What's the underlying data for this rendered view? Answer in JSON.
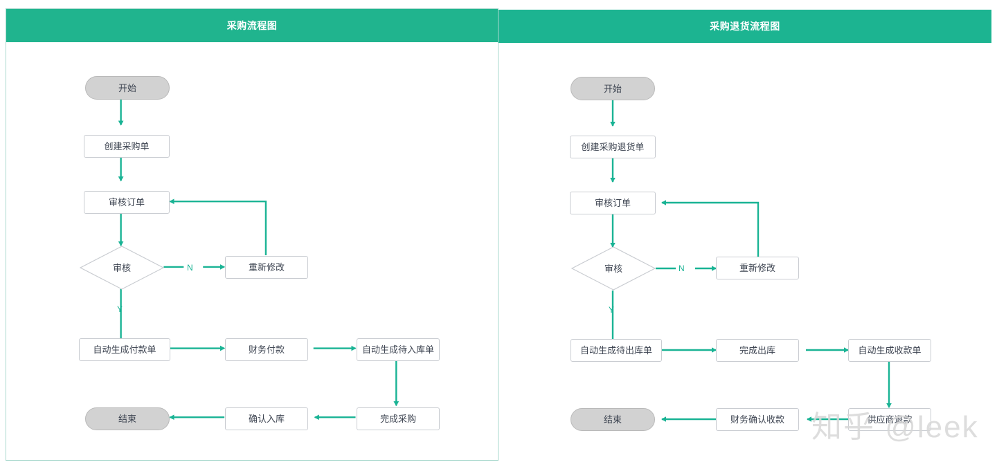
{
  "colors": {
    "header_bg_left": "#20b48e",
    "header_bg_right": "#1cb491",
    "panel_border": "#a8d8cd",
    "arrow": "#19b394",
    "node_border": "#c9ccd1",
    "terminal_fill": "#d2d2d2",
    "text": "#3d4451",
    "watermark": "#d8d8d8"
  },
  "watermark": {
    "text": "知乎 @leek"
  },
  "panels": [
    {
      "id": "purchase",
      "title": "采购流程图",
      "nodes": {
        "start": "开始",
        "create": "创建采购单",
        "review_order": "审核订单",
        "decision": "审核",
        "rework": "重新修改",
        "auto_payment": "自动生成付款单",
        "finance_pay": "财务付款",
        "auto_inbound": "自动生成待入库单",
        "finish_purchase": "完成采购",
        "confirm_inbound": "确认入库",
        "end": "结束"
      },
      "edge_labels": {
        "no": "N",
        "yes": "Y"
      }
    },
    {
      "id": "purchase-return",
      "title": "采购退货流程图",
      "nodes": {
        "start": "开始",
        "create": "创建采购退货单",
        "review_order": "审核订单",
        "decision": "审核",
        "rework": "重新修改",
        "auto_outbound": "自动生成待出库单",
        "finish_outbound": "完成出库",
        "auto_receipt": "自动生成收款单",
        "supplier_refund": "供应商退款",
        "finance_confirm": "财务确认收款",
        "end": "结束"
      },
      "edge_labels": {
        "no": "N",
        "yes": "Y"
      }
    }
  ]
}
